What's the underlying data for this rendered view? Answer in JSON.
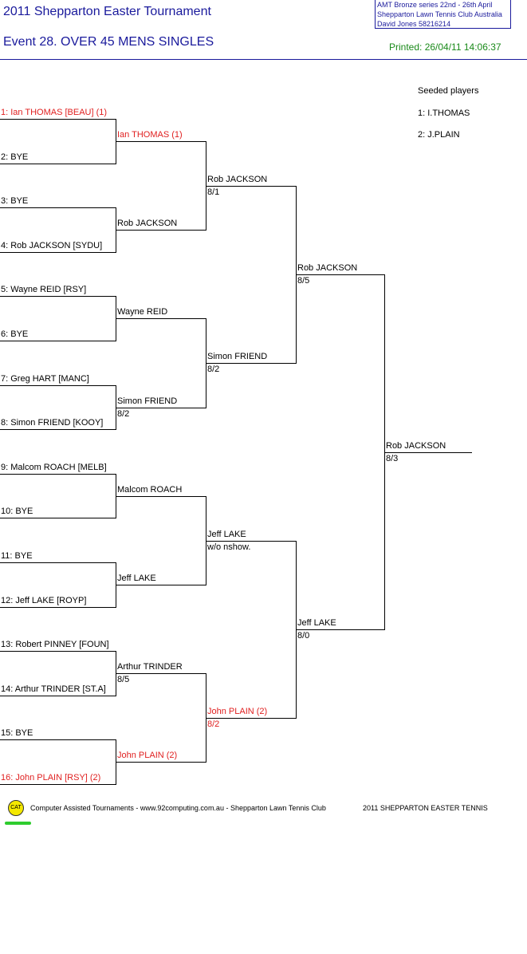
{
  "header": {
    "tournament": "2011 Shepparton Easter Tournament",
    "event": "Event 28. OVER 45 MENS SINGLES",
    "info_lines": [
      "AMT Bronze series    22nd - 26th April",
      "Shepparton Lawn Tennis Club    Australia",
      "David Jones    58216214"
    ],
    "printed": "Printed: 26/04/11 14:06:37"
  },
  "seeded": {
    "title": "Seeded players",
    "players": [
      "1: I.THOMAS",
      "2: J.PLAIN"
    ]
  },
  "round1": [
    {
      "label": "1: Ian THOMAS [BEAU] (1)",
      "seeded": true
    },
    {
      "label": "2: BYE",
      "seeded": false
    },
    {
      "label": "3: BYE",
      "seeded": false
    },
    {
      "label": "4: Rob JACKSON [SYDU]",
      "seeded": false
    },
    {
      "label": "5: Wayne REID [RSY]",
      "seeded": false
    },
    {
      "label": "6: BYE",
      "seeded": false
    },
    {
      "label": "7: Greg HART [MANC]",
      "seeded": false
    },
    {
      "label": "8: Simon FRIEND [KOOY]",
      "seeded": false
    },
    {
      "label": "9: Malcom ROACH [MELB]",
      "seeded": false
    },
    {
      "label": "10: BYE",
      "seeded": false
    },
    {
      "label": "11: BYE",
      "seeded": false
    },
    {
      "label": "12: Jeff LAKE [ROYP]",
      "seeded": false
    },
    {
      "label": "13: Robert PINNEY [FOUN]",
      "seeded": false
    },
    {
      "label": "14: Arthur TRINDER [ST.A]",
      "seeded": false
    },
    {
      "label": "15: BYE",
      "seeded": false
    },
    {
      "label": "16: John PLAIN [RSY] (2)",
      "seeded": true
    }
  ],
  "round2": [
    {
      "name": "Ian THOMAS (1)",
      "score": "",
      "seeded": true
    },
    {
      "name": "Rob JACKSON",
      "score": "",
      "seeded": false
    },
    {
      "name": "Wayne REID",
      "score": "",
      "seeded": false
    },
    {
      "name": "Simon FRIEND",
      "score": "8/2",
      "seeded": false
    },
    {
      "name": "Malcom ROACH",
      "score": "",
      "seeded": false
    },
    {
      "name": "Jeff LAKE",
      "score": "",
      "seeded": false
    },
    {
      "name": "Arthur TRINDER",
      "score": "8/5",
      "seeded": false
    },
    {
      "name": "John PLAIN (2)",
      "score": "",
      "seeded": true
    }
  ],
  "round3": [
    {
      "name": "Rob JACKSON",
      "score": "8/1",
      "seeded": false
    },
    {
      "name": "Simon FRIEND",
      "score": "8/2",
      "seeded": false
    },
    {
      "name": "Jeff LAKE",
      "score": "w/o nshow.",
      "seeded": false
    },
    {
      "name": "John PLAIN (2)",
      "score": "8/2",
      "seeded": true
    }
  ],
  "round4": [
    {
      "name": "Rob JACKSON",
      "score": "8/5",
      "seeded": false
    },
    {
      "name": "Jeff LAKE",
      "score": "8/0",
      "seeded": false
    }
  ],
  "final": {
    "name": "Rob JACKSON",
    "score": "8/3",
    "seeded": false
  },
  "footer": {
    "logo_text": "CAT",
    "left": "Computer Assisted Tournaments - www.92computing.com.au -  Shepparton Lawn Tennis Club",
    "right": "2011 SHEPPARTON EASTER TENNIS",
    "logo_color": "#f4e800",
    "bar_color": "#2ecc2e"
  },
  "colors": {
    "title": "#1a1a9c",
    "printed": "#1a8a1a",
    "seed": "#e02020"
  }
}
